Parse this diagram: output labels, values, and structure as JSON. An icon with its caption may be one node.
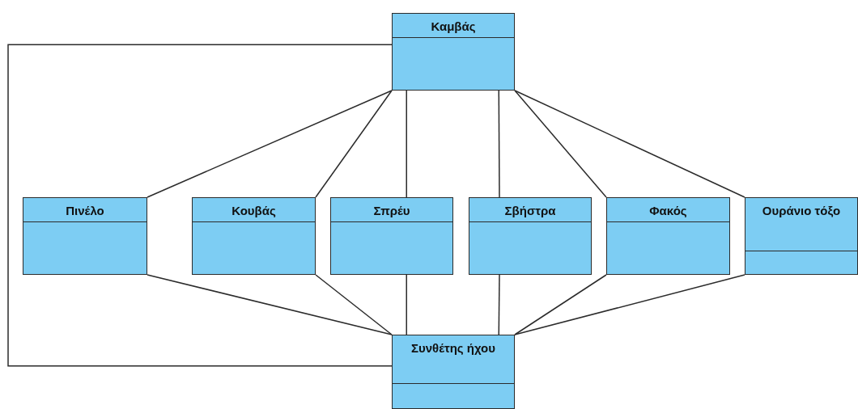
{
  "diagram": {
    "nodes": [
      {
        "text": [
          "Καμβάς"
        ]
      },
      {
        "text": [
          "Πινέλο"
        ]
      },
      {
        "text": [
          "Κουβάς"
        ]
      },
      {
        "text": [
          "Σπρέυ"
        ]
      },
      {
        "text": [
          "Σβήστρα"
        ]
      },
      {
        "text": [
          "Φακός"
        ]
      },
      {
        "text": [
          "Ουράνιο τόξο"
        ]
      },
      {
        "text": [
          "Συνθέτης ήχου"
        ]
      }
    ],
    "edges": [
      {
        "from": 0,
        "to": 1,
        "arrow": "none"
      },
      {
        "from": 0,
        "to": 2,
        "arrow": "none"
      },
      {
        "from": 0,
        "to": 3,
        "arrow": "none"
      },
      {
        "from": 0,
        "to": 4,
        "arrow": "none"
      },
      {
        "from": 0,
        "to": 5,
        "arrow": "none"
      },
      {
        "from": 0,
        "to": 6,
        "arrow": "none"
      },
      {
        "from": 1,
        "to": 7,
        "arrow": "none"
      },
      {
        "from": 2,
        "to": 7,
        "arrow": "none"
      },
      {
        "from": 3,
        "to": 7,
        "arrow": "none"
      },
      {
        "from": 4,
        "to": 7,
        "arrow": "none"
      },
      {
        "from": 5,
        "to": 7,
        "arrow": "none"
      },
      {
        "from": 6,
        "to": 7,
        "arrow": "none"
      },
      {
        "from": 0,
        "to": 7,
        "arrow": "none"
      }
    ]
  }
}
